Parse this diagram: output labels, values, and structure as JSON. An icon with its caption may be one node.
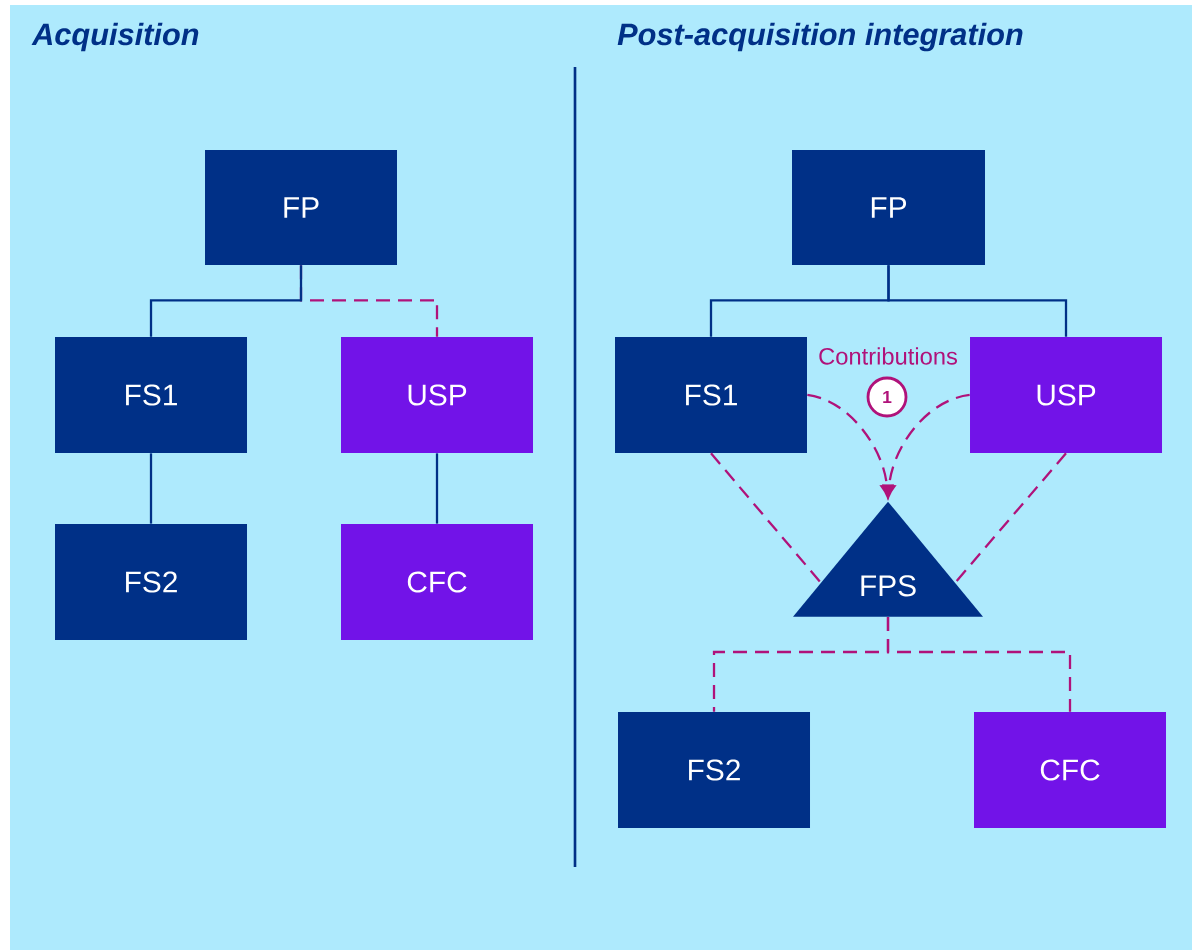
{
  "diagram": {
    "nodes": [
      {
        "text": [
          "FP"
        ]
      },
      {
        "text": [
          "FS1"
        ]
      },
      {
        "text": [
          "USP"
        ]
      },
      {
        "text": [
          "FS2"
        ]
      },
      {
        "text": [
          "CFC"
        ]
      },
      {
        "text": [
          "FP"
        ]
      },
      {
        "text": [
          "FS1"
        ]
      },
      {
        "text": [
          "USP"
        ]
      },
      {
        "text": [
          "FPS"
        ]
      },
      {
        "text": [
          "FS2"
        ]
      },
      {
        "text": [
          "CFC"
        ]
      },
      {
        "text": [
          "1"
        ]
      }
    ],
    "edges": [
      {
        "from": 0,
        "to": 2,
        "arrow": "none",
        "style": "dashed",
        "color": "#b0127a"
      },
      {
        "from": 0,
        "to": 1,
        "arrow": "none",
        "color": "#003087"
      },
      {
        "from": 1,
        "to": 3,
        "arrow": "none",
        "color": "#003087"
      },
      {
        "from": 2,
        "to": 4,
        "arrow": "none",
        "color": "#003087"
      },
      {
        "from": 5,
        "to": 6,
        "arrow": "none",
        "color": "#003087"
      },
      {
        "from": 5,
        "to": 7,
        "arrow": "none",
        "color": "#003087"
      },
      {
        "from": 6,
        "to": 8,
        "arrow": "to",
        "style": "dashed",
        "color": "#b0127a"
      },
      {
        "from": 7,
        "to": 8,
        "arrow": "to",
        "style": "dashed",
        "color": "#b0127a"
      },
      {
        "from": 6,
        "to": 8,
        "arrow": "none",
        "style": "dashed",
        "color": "#b0127a"
      },
      {
        "from": 7,
        "to": 8,
        "arrow": "none",
        "style": "dashed",
        "color": "#b0127a"
      },
      {
        "from": 8,
        "to": 9,
        "arrow": "none",
        "style": "dashed",
        "color": "#b0127a"
      },
      {
        "from": 8,
        "to": 10,
        "arrow": "none",
        "style": "dashed",
        "color": "#b0127a"
      }
    ],
    "labels": [
      "Acquisition",
      "Post-acquisition integration",
      "Contributions"
    ]
  }
}
